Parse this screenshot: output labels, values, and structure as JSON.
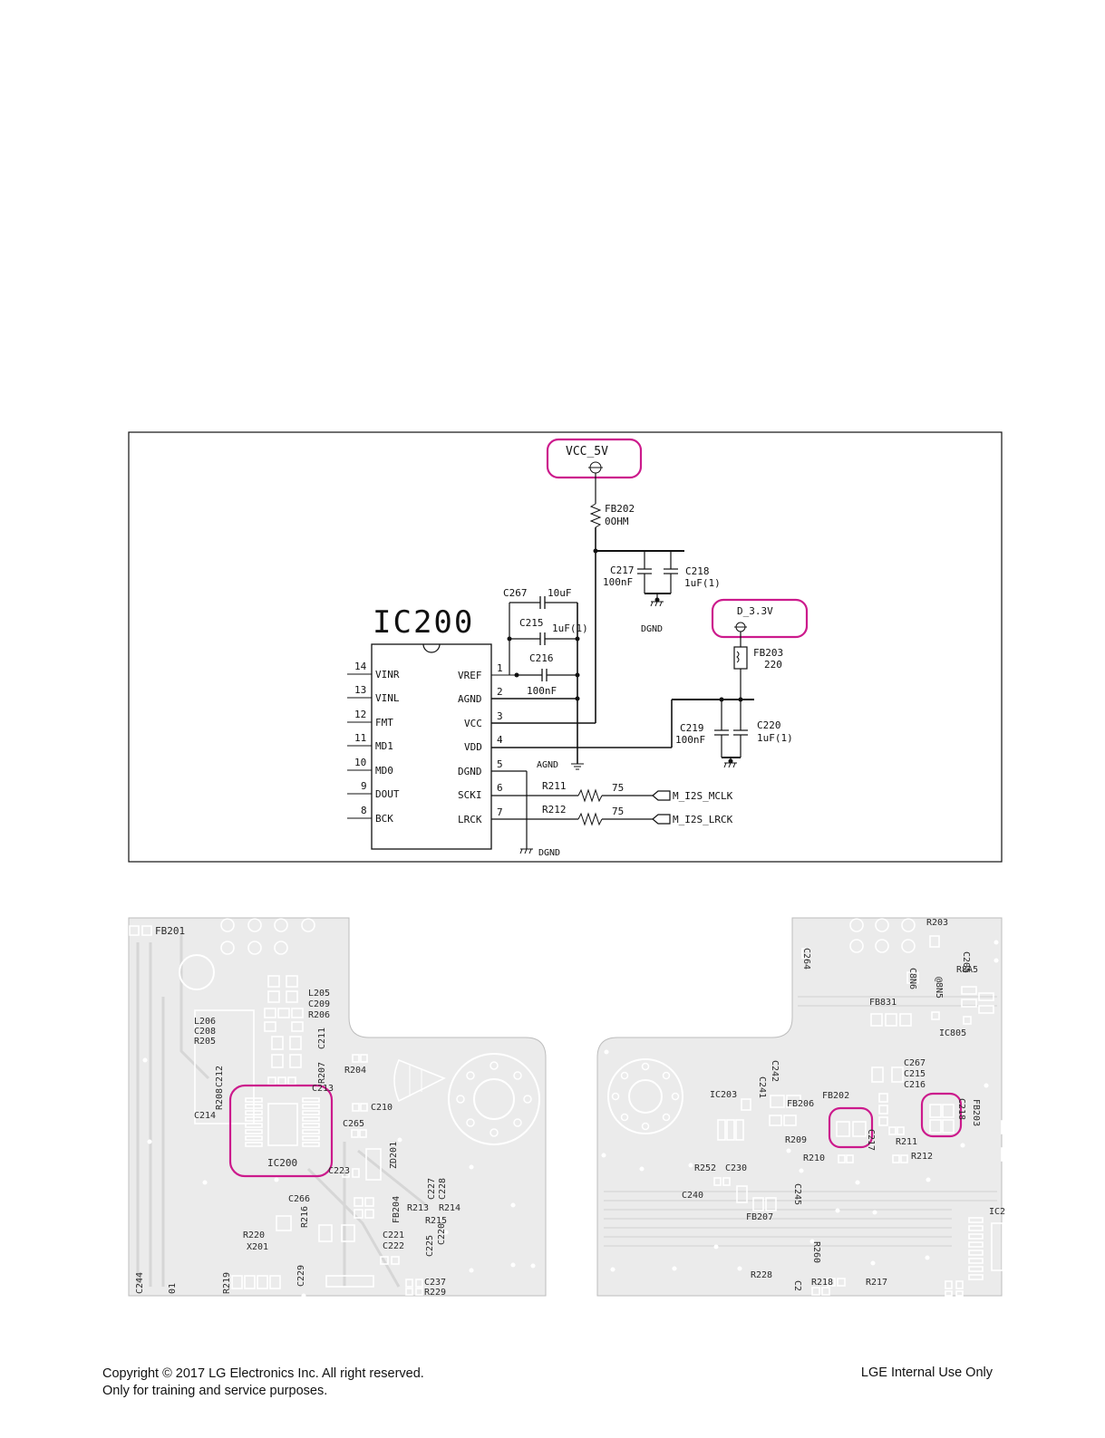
{
  "colors": {
    "highlight": "#cc1a8c",
    "line": "#111111",
    "board": "#ebebeb",
    "silk": "#ffffff"
  },
  "schematic": {
    "ic_name": "IC200",
    "left_pins": [
      {
        "num": "14",
        "name": "VINR"
      },
      {
        "num": "13",
        "name": "VINL"
      },
      {
        "num": "12",
        "name": "FMT"
      },
      {
        "num": "11",
        "name": "MD1"
      },
      {
        "num": "10",
        "name": "MD0"
      },
      {
        "num": "9",
        "name": "DOUT"
      },
      {
        "num": "8",
        "name": "BCK"
      }
    ],
    "right_pins": [
      {
        "num": "1",
        "name": "VREF"
      },
      {
        "num": "2",
        "name": "AGND"
      },
      {
        "num": "3",
        "name": "VCC"
      },
      {
        "num": "4",
        "name": "VDD"
      },
      {
        "num": "5",
        "name": "DGND"
      },
      {
        "num": "6",
        "name": "SCKI"
      },
      {
        "num": "7",
        "name": "LRCK"
      }
    ],
    "power": {
      "vcc_5v": "VCC_5V",
      "d_3v3": "D_3.3V"
    },
    "components": {
      "fb202": {
        "ref": "FB202",
        "value": "0OHM"
      },
      "fb203": {
        "ref": "FB203",
        "value": "220"
      },
      "c217": {
        "ref": "C217",
        "value": "100nF"
      },
      "c218": {
        "ref": "C218",
        "value": "1uF(1)"
      },
      "c267": {
        "ref": "C267",
        "value": "10uF"
      },
      "c215": {
        "ref": "C215",
        "value": "1uF(1)"
      },
      "c216": {
        "ref": "C216",
        "value": "100nF"
      },
      "c219": {
        "ref": "C219",
        "value": "100nF"
      },
      "c220": {
        "ref": "C220",
        "value": "1uF(1)"
      },
      "r211": {
        "ref": "R211",
        "value": "75"
      },
      "r212": {
        "ref": "R212",
        "value": "75"
      }
    },
    "nets": {
      "agnd": "AGND",
      "dgnd": "DGND",
      "mclk": "M_I2S_MCLK",
      "lrck": "M_I2S_LRCK"
    }
  },
  "pcb_left": {
    "labels": [
      "FB201",
      "L205",
      "C209",
      "R206",
      "L206",
      "C208",
      "R205",
      "C211",
      "R207",
      "C212",
      "R208",
      "C214",
      "R204",
      "C213",
      "C210",
      "C265",
      "C223",
      "ZD201",
      "C266",
      "FB204",
      "C227",
      "C228",
      "R213",
      "R214",
      "R215",
      "C220",
      "C221",
      "C222",
      "C225",
      "R220",
      "R216",
      "X201",
      "R219",
      "C229",
      "C237",
      "R229",
      "C244",
      "01"
    ],
    "ic_label": "IC200"
  },
  "pcb_right": {
    "labels": [
      "R203",
      "C205",
      "C264",
      "C8N6",
      "R8A5",
      "FB831",
      "@8N5",
      "IC805",
      "C242",
      "C241",
      "IC203",
      "FB206",
      "FB202",
      "C267",
      "C215",
      "C216",
      "C218",
      "C217",
      "R211",
      "R212",
      "FB203",
      "R209",
      "R210",
      "R252",
      "C230",
      "C240",
      "C245",
      "FB207",
      "R260",
      "R228",
      "R218",
      "R217",
      "C2",
      "IC2"
    ]
  },
  "footer": {
    "copyright": "Copyright © 2017 LG Electronics Inc. All right reserved.",
    "purpose": "Only for training and service purposes.",
    "internal": "LGE Internal Use Only"
  }
}
